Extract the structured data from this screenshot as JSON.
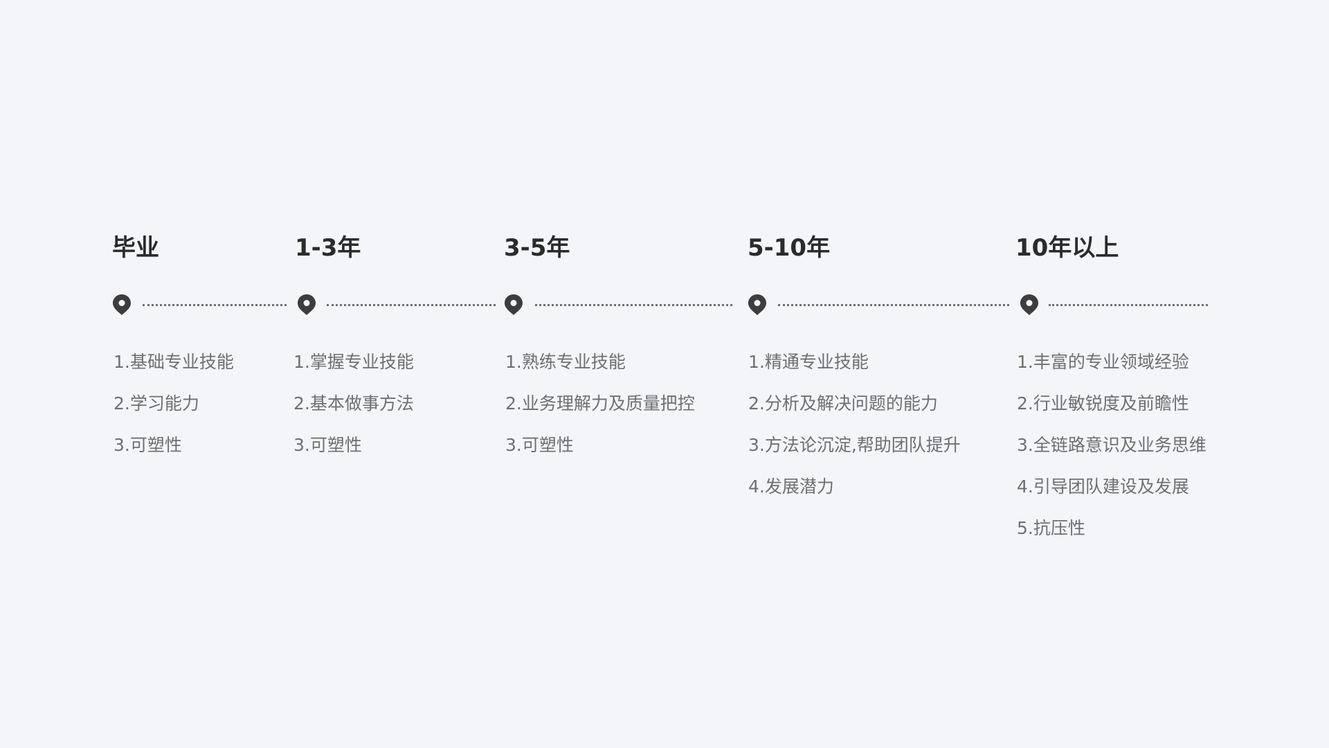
{
  "colors": {
    "background": "#f3f5f9",
    "title": "#2b2b2b",
    "pin": "#3d3d3d",
    "text": "#6f6f6f",
    "dots": "#6e6e6e"
  },
  "icons": {
    "marker": "map-pin-icon"
  },
  "stages": [
    {
      "title": "毕业",
      "items": [
        "1.基础专业技能",
        "2.学习能力",
        "3.可塑性"
      ]
    },
    {
      "title": "1-3年",
      "items": [
        "1.掌握专业技能",
        "2.基本做事方法",
        "3.可塑性"
      ]
    },
    {
      "title": "3-5年",
      "items": [
        "1.熟练专业技能",
        "2.业务理解力及质量把控",
        "3.可塑性"
      ]
    },
    {
      "title": "5-10年",
      "items": [
        "1.精通专业技能",
        "2.分析及解决问题的能力",
        "3.方法论沉淀,帮助团队提升",
        "4.发展潜力"
      ]
    },
    {
      "title": "10年以上",
      "items": [
        "1.丰富的专业领域经验",
        "2.行业敏锐度及前瞻性",
        "3.全链路意识及业务思维",
        "4.引导团队建设及发展",
        "5.抗压性"
      ]
    }
  ]
}
